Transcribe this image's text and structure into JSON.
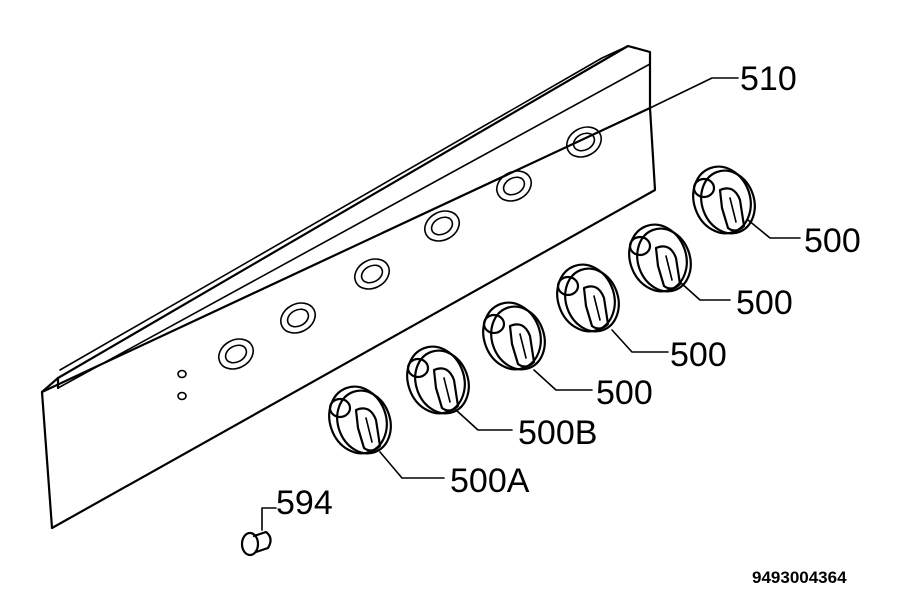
{
  "callouts": {
    "panel": "510",
    "knob_1": "500",
    "knob_2": "500",
    "knob_3": "500",
    "knob_4": "500",
    "knob_5": "500B",
    "knob_6": "500A",
    "screw": "594"
  },
  "drawing_number": "9493004364"
}
